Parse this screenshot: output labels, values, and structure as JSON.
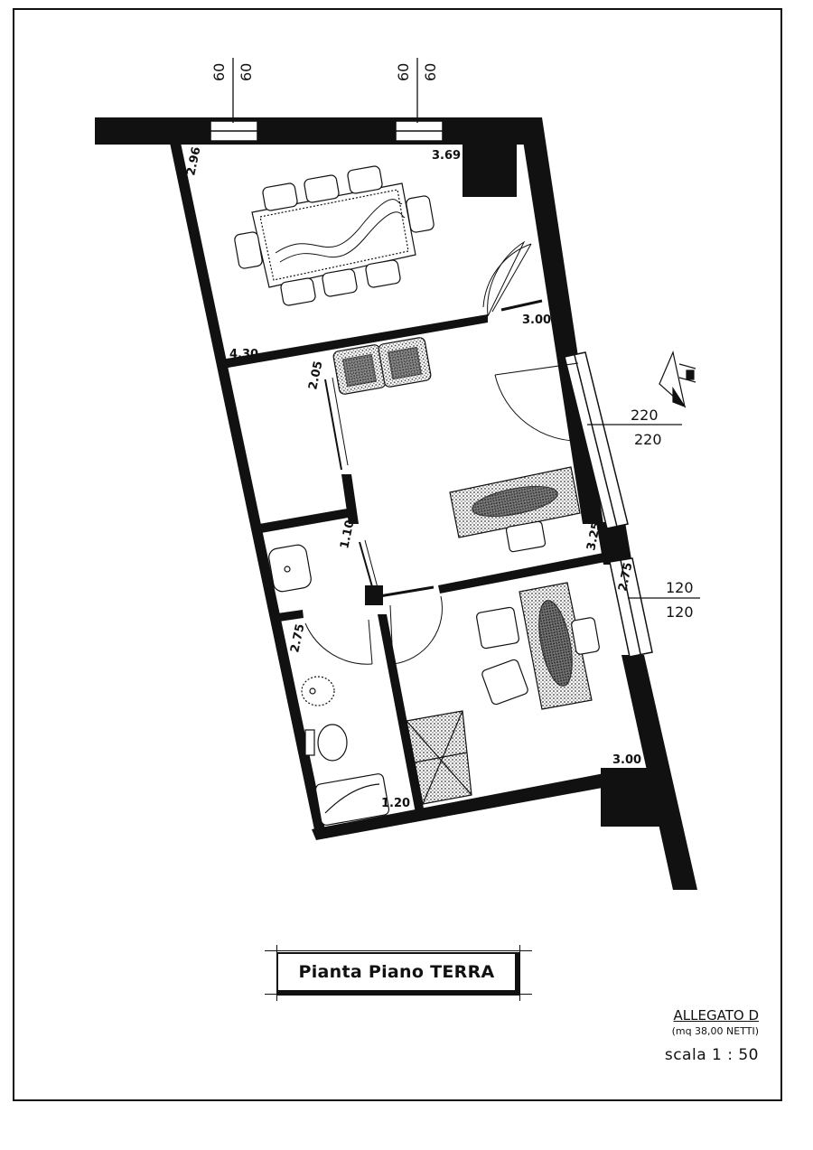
{
  "plan": {
    "title": "Pianta Piano TERRA",
    "annex_label": "ALLEGATO D",
    "area_note": "(mq 38,00 NETTI)",
    "scale_label": "scala  1 : 50",
    "window_dims": {
      "top_left": [
        "60",
        "60"
      ],
      "top_right": [
        "60",
        "60"
      ],
      "right_upper": [
        "220",
        "220"
      ],
      "right_lower": [
        "120",
        "120"
      ]
    },
    "room_dims": {
      "d1": "2.96",
      "d2": "3.69",
      "d3": "3.00",
      "d4": "4.30",
      "d5": "2.05",
      "d6": "1.10",
      "d7": "3.25",
      "d8": "2.75",
      "d9": "2.75",
      "d10": "3.00",
      "d11": "1.20"
    },
    "colors": {
      "wall": "#111111",
      "furniture_fill": "#555555",
      "line": "#222222"
    }
  }
}
